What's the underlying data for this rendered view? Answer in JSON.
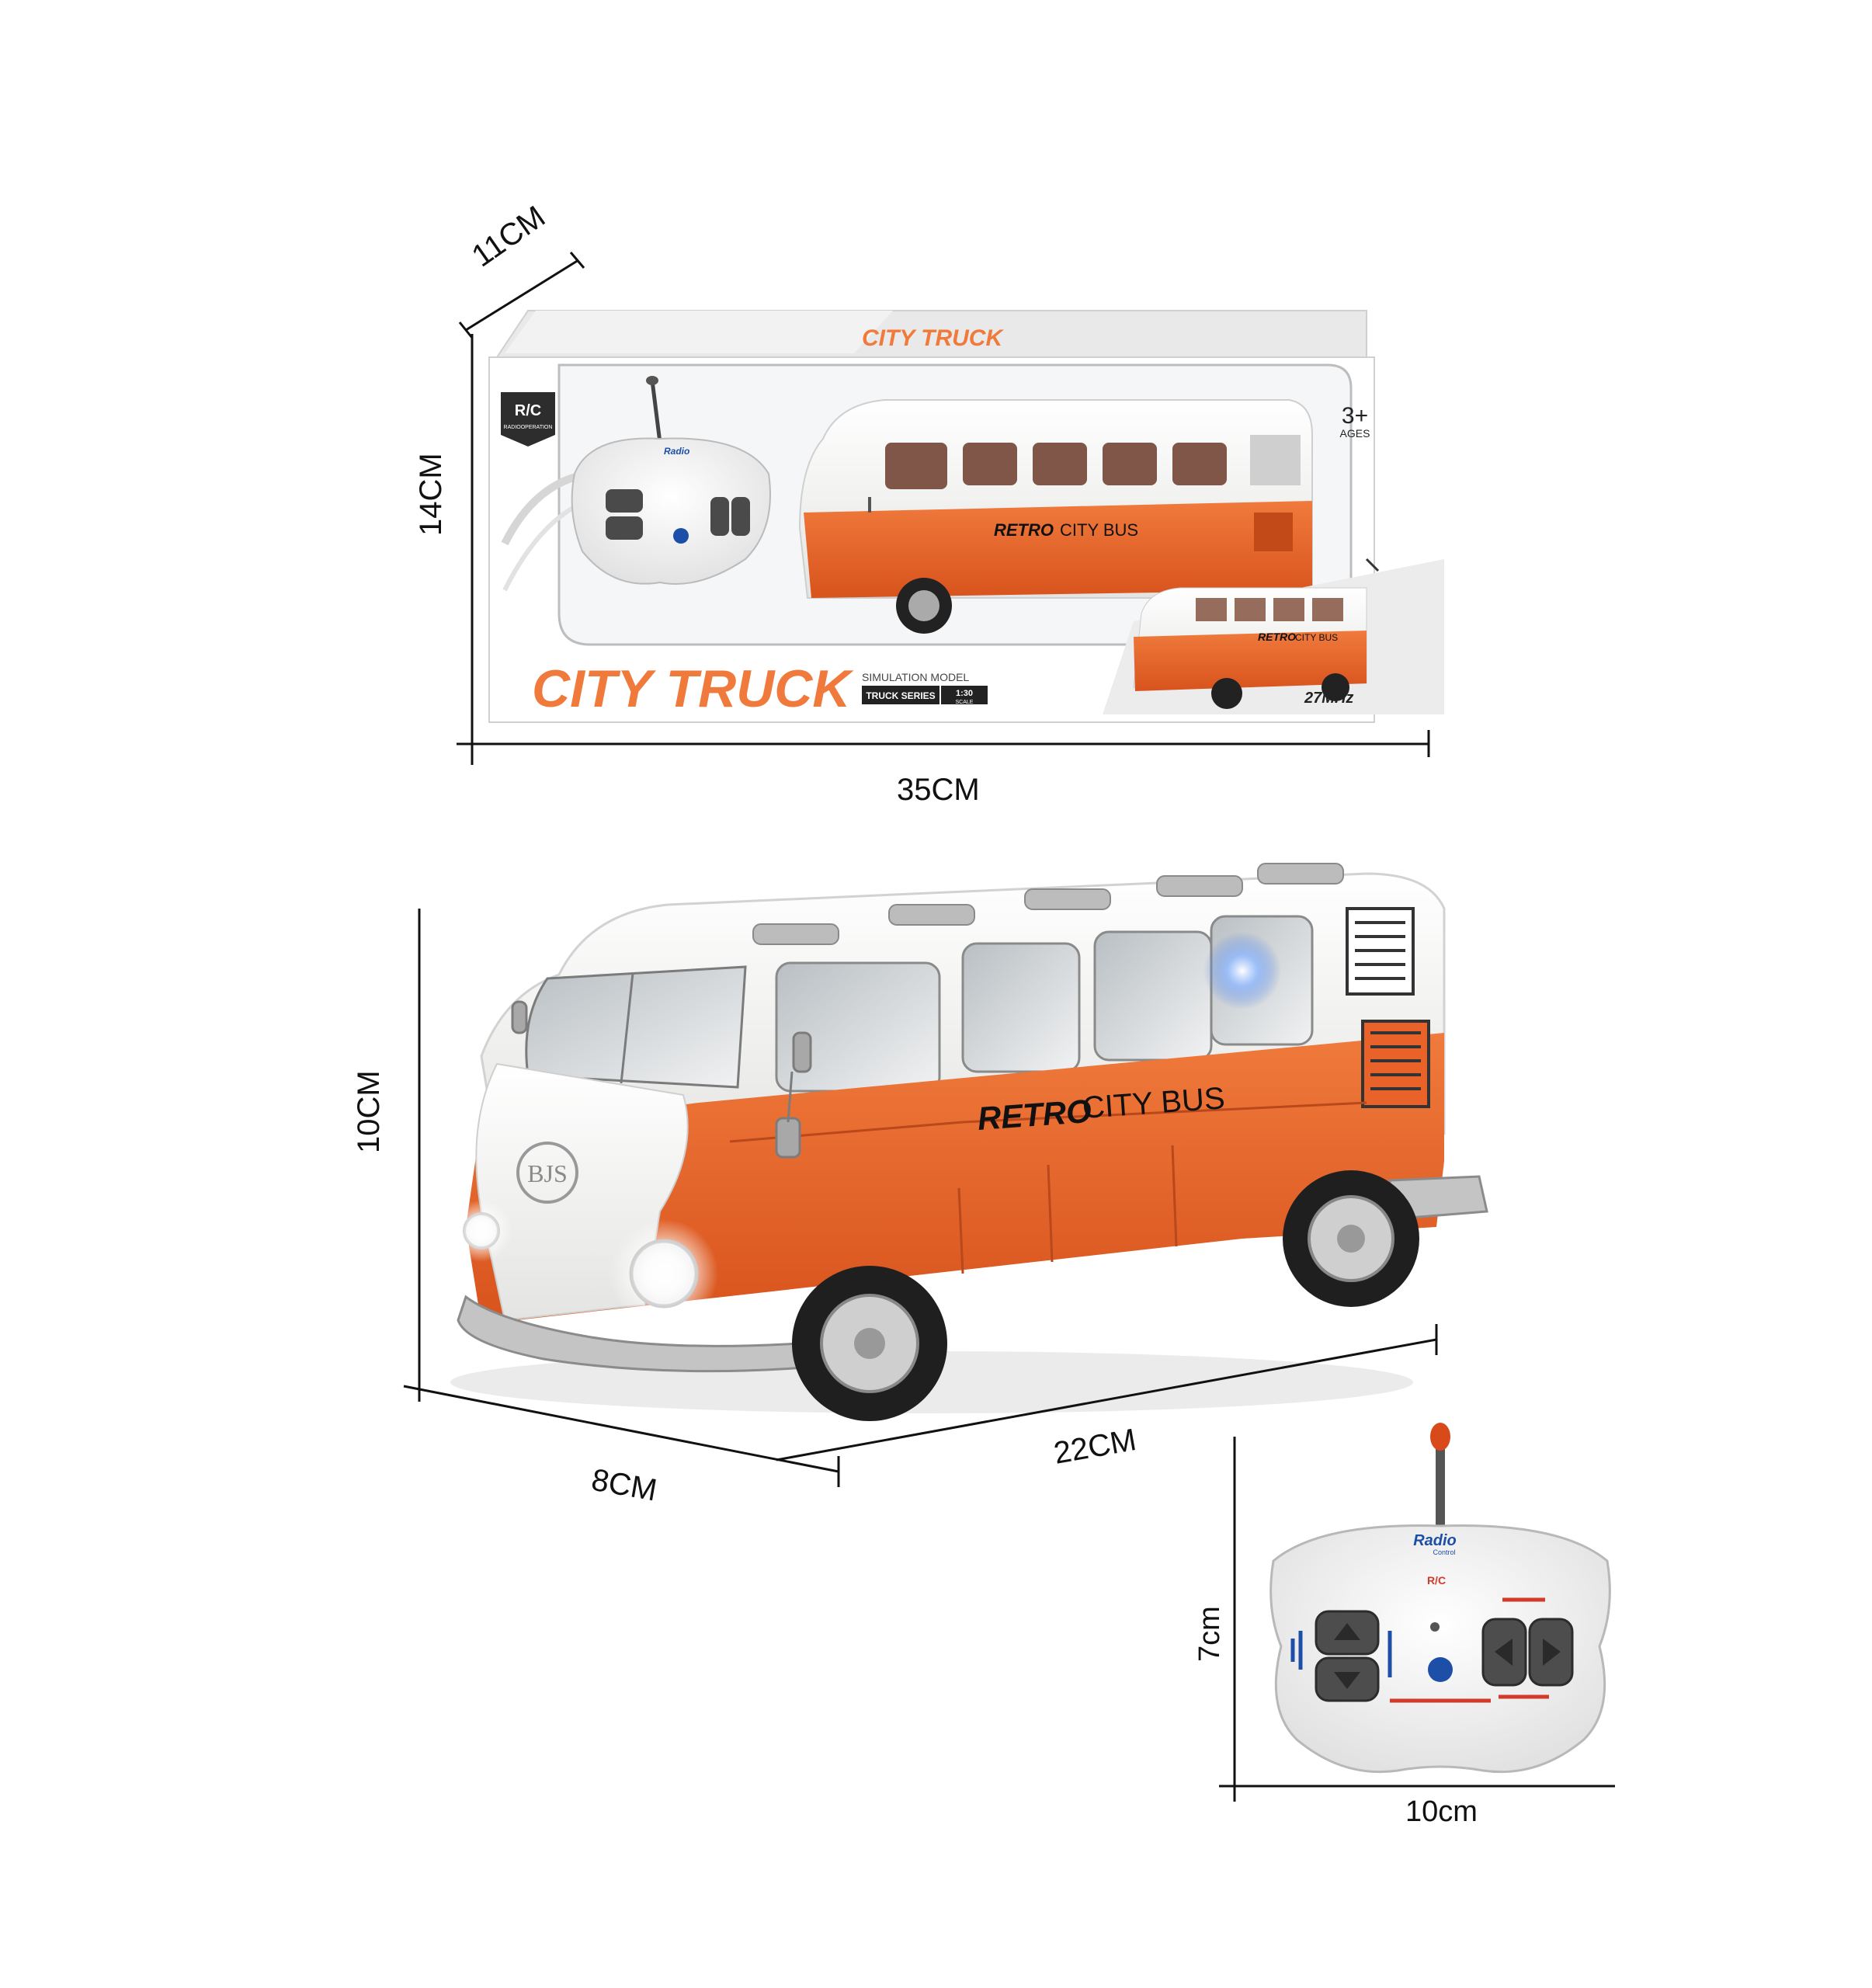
{
  "dimensions": {
    "box_depth": "11CM",
    "box_height": "14CM",
    "box_width": "35CM",
    "bus_height": "10CM",
    "bus_depth": "8CM",
    "bus_length": "22CM",
    "remote_height": "7cm",
    "remote_width": "10cm"
  },
  "package": {
    "rc_badge": "R/C",
    "rc_badge_sub": "RADIOOPERATION",
    "age_badge": "3+",
    "age_badge_sub": "AGES",
    "product_title": "CITY TRUCK",
    "simulation_label": "SIMULATION MODEL",
    "series_label": "TRUCK SERIES",
    "scale_label": "1:30",
    "scale_sub": "SCALE",
    "frequency": "27MHz",
    "top_band_title": "CITY TRUCK"
  },
  "bus": {
    "side_text_bold": "RETRO",
    "side_text_light": "CITY BUS",
    "front_emblem": "BJS"
  },
  "remote": {
    "brand_top": "Radio",
    "brand_sub": "Control",
    "rc_mark": "R/C"
  },
  "colors": {
    "bus_orange": "#e8622a",
    "bus_white": "#f4f4f2",
    "trim_gray": "#9b9b9b",
    "text_dark": "#111111"
  }
}
